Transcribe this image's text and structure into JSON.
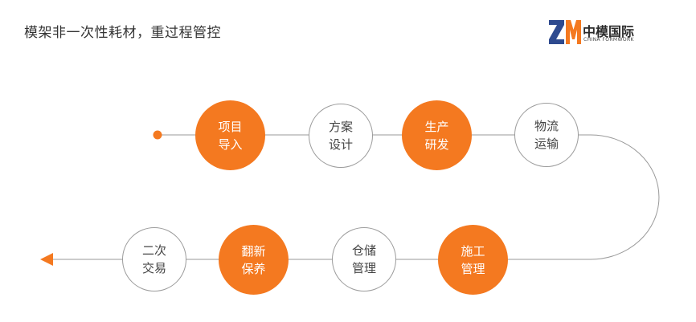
{
  "header": {
    "title": "模架非一次性耗材，重过程管控",
    "logo_cn": "中模国际",
    "logo_en": "CHINA FORMWORK"
  },
  "colors": {
    "accent": "#F47920",
    "logo_blue": "#2E4A8F",
    "line": "#999999",
    "outline": "#9B9B9B"
  },
  "flow": {
    "nodes": [
      {
        "line1": "项目",
        "line2": "导入",
        "style": "filled"
      },
      {
        "line1": "方案",
        "line2": "设计",
        "style": "outline"
      },
      {
        "line1": "生产",
        "line2": "研发",
        "style": "filled"
      },
      {
        "line1": "物流",
        "line2": "运输",
        "style": "outline"
      },
      {
        "line1": "施工",
        "line2": "管理",
        "style": "filled"
      },
      {
        "line1": "仓储",
        "line2": "管理",
        "style": "outline"
      },
      {
        "line1": "翻新",
        "line2": "保养",
        "style": "filled"
      },
      {
        "line1": "二次",
        "line2": "交易",
        "style": "outline"
      }
    ]
  }
}
